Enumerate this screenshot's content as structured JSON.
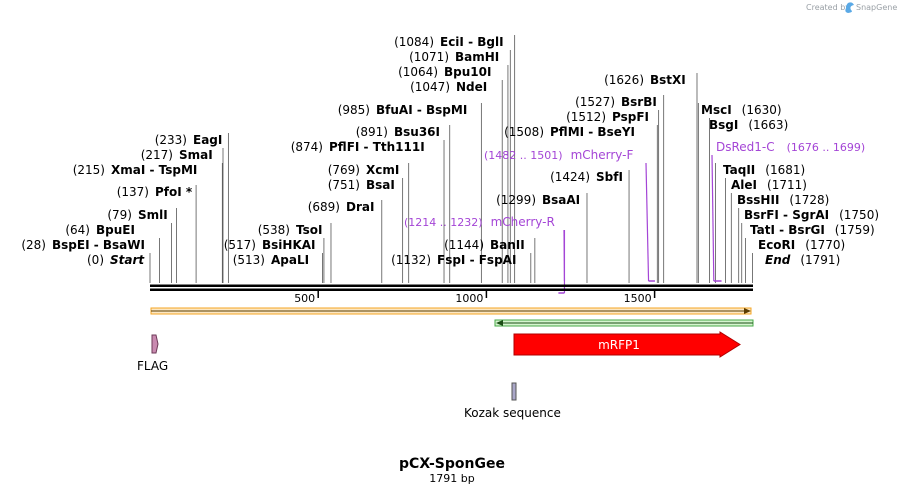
{
  "logo": {
    "prefix": "Created by",
    "brand": "SnapGene",
    "accent": "#5aa9e6"
  },
  "plasmid": {
    "name": "pCX-SponGee",
    "length_label": "1791 bp",
    "length": 1791
  },
  "ruler": {
    "ticks": [
      "500",
      "1000",
      "1500"
    ]
  },
  "sites": [
    {
      "pos": "(0)",
      "name": "Start",
      "bp": 0,
      "italic": true
    },
    {
      "pos": "(28)",
      "name": "BspEI - BsaWI",
      "bp": 28
    },
    {
      "pos": "(64)",
      "name": "BpuEI",
      "bp": 64
    },
    {
      "pos": "(79)",
      "name": "SmlI",
      "bp": 79
    },
    {
      "pos": "(137)",
      "name": "PfoI *",
      "bp": 137
    },
    {
      "pos": "(215)",
      "name": "XmaI - TspMI",
      "bp": 215
    },
    {
      "pos": "(217)",
      "name": "SmaI",
      "bp": 217
    },
    {
      "pos": "(233)",
      "name": "EagI",
      "bp": 233
    },
    {
      "pos": "(513)",
      "name": "ApaLI",
      "bp": 513
    },
    {
      "pos": "(517)",
      "name": "BsiHKAI",
      "bp": 517
    },
    {
      "pos": "(538)",
      "name": "TsoI",
      "bp": 538
    },
    {
      "pos": "(689)",
      "name": "DraI",
      "bp": 689
    },
    {
      "pos": "(751)",
      "name": "BsaI",
      "bp": 751
    },
    {
      "pos": "(769)",
      "name": "XcmI",
      "bp": 769
    },
    {
      "pos": "(874)",
      "name": "PflFI - Tth111I",
      "bp": 874
    },
    {
      "pos": "(891)",
      "name": "Bsu36I",
      "bp": 891
    },
    {
      "pos": "(985)",
      "name": "BfuAI - BspMI",
      "bp": 985
    },
    {
      "pos": "(1047)",
      "name": "NdeI",
      "bp": 1047
    },
    {
      "pos": "(1064)",
      "name": "Bpu10I",
      "bp": 1064
    },
    {
      "pos": "(1071)",
      "name": "BamHI",
      "bp": 1071
    },
    {
      "pos": "(1084)",
      "name": "EciI - BglI",
      "bp": 1084
    },
    {
      "pos": "(1132)",
      "name": "FspI - FspAI",
      "bp": 1132
    },
    {
      "pos": "(1144)",
      "name": "BanII",
      "bp": 1144
    },
    {
      "pos": "(1299)",
      "name": "BsaAI",
      "bp": 1299
    },
    {
      "pos": "(1424)",
      "name": "SbfI",
      "bp": 1424
    },
    {
      "pos": "(1508)",
      "name": "PflMI - BseYI",
      "bp": 1508
    },
    {
      "pos": "(1512)",
      "name": "PspFI",
      "bp": 1512
    },
    {
      "pos": "(1527)",
      "name": "BsrBI",
      "bp": 1527
    },
    {
      "pos": "(1626)",
      "name": "BstXI",
      "bp": 1626
    },
    {
      "pos": "(1630)",
      "name": "MscI",
      "bp": 1630
    },
    {
      "pos": "(1663)",
      "name": "BsgI",
      "bp": 1663
    },
    {
      "pos": "(1681)",
      "name": "TaqII",
      "bp": 1681
    },
    {
      "pos": "(1711)",
      "name": "AleI",
      "bp": 1711
    },
    {
      "pos": "(1728)",
      "name": "BssHII",
      "bp": 1728
    },
    {
      "pos": "(1750)",
      "name": "BsrFI - SgrAI",
      "bp": 1750
    },
    {
      "pos": "(1759)",
      "name": "TatI - BsrGI",
      "bp": 1759
    },
    {
      "pos": "(1770)",
      "name": "EcoRI",
      "bp": 1770
    },
    {
      "pos": "(1791)",
      "name": "End",
      "bp": 1791,
      "italic": true
    }
  ],
  "primers": [
    {
      "range": "(1214 .. 1232)",
      "name": "mCherry-R",
      "start": 1214,
      "end": 1232,
      "direction": "reverse"
    },
    {
      "range": "(1482 .. 1501)",
      "name": "mCherry-F",
      "start": 1482,
      "end": 1501,
      "direction": "forward"
    },
    {
      "name": "DsRed1-C",
      "range": "(1676 .. 1699)",
      "start": 1676,
      "end": 1699,
      "direction": "forward"
    }
  ],
  "features": [
    {
      "name": "FLAG",
      "color": "#c98ab0",
      "start": 0,
      "end": 24
    },
    {
      "name": "mRFP1",
      "color": "#ff0000",
      "start": 1080,
      "end": 1758
    },
    {
      "name": "Kozak sequence",
      "color": "#a9a6c8",
      "start": 1080,
      "end": 1090
    }
  ],
  "colors": {
    "primer": "#a445d6",
    "orange": "#f5a623",
    "green": "#47a847",
    "strand": "#000000"
  }
}
